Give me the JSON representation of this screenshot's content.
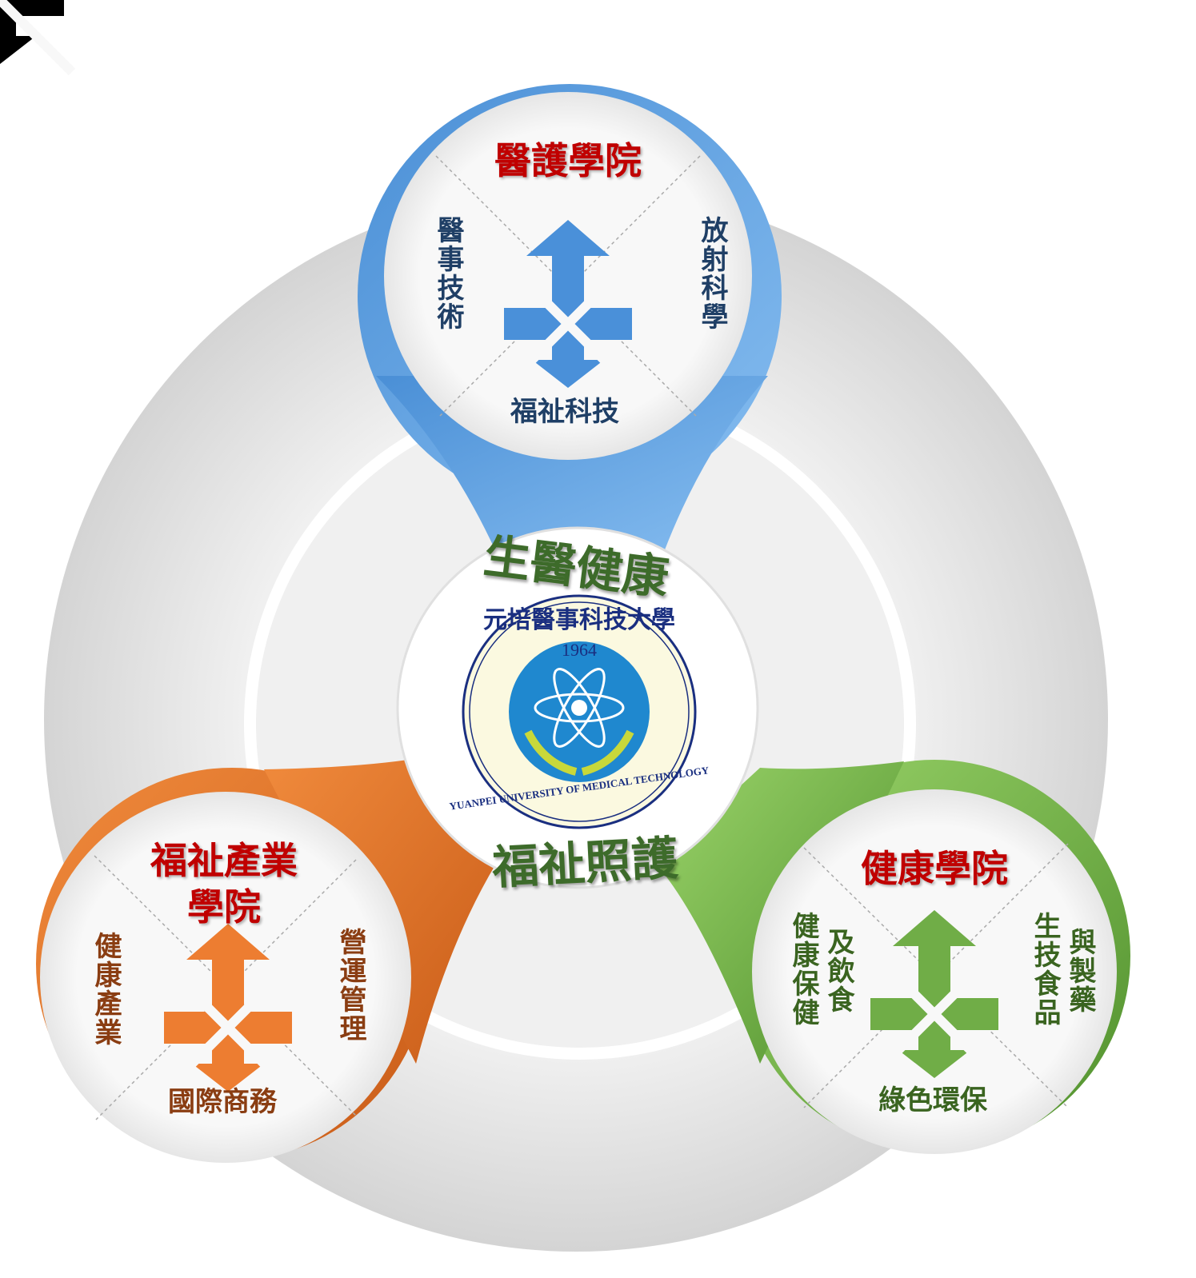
{
  "center": {
    "slogan_top": "生醫健康",
    "slogan_bottom": "福祉照護",
    "logo": {
      "name_zh": "元培醫事科技大學",
      "year": "1964",
      "name_en": "YUANPEI UNIVERSITY OF MEDICAL TECHNOLOGY"
    }
  },
  "colleges": [
    {
      "title": "醫護學院",
      "color": "#5b9bd5",
      "items": [
        "醫事技術",
        "放射科學",
        "福祉科技"
      ]
    },
    {
      "title_line1": "福祉產業",
      "title_line2": "學院",
      "color": "#ed7d31",
      "items": [
        "健康產業",
        "營運管理",
        "國際商務"
      ]
    },
    {
      "title": "健康學院",
      "color": "#70ad47",
      "items": [
        "健康保健",
        "及飲食",
        "生技食品",
        "與製藥",
        "綠色環保"
      ]
    }
  ]
}
